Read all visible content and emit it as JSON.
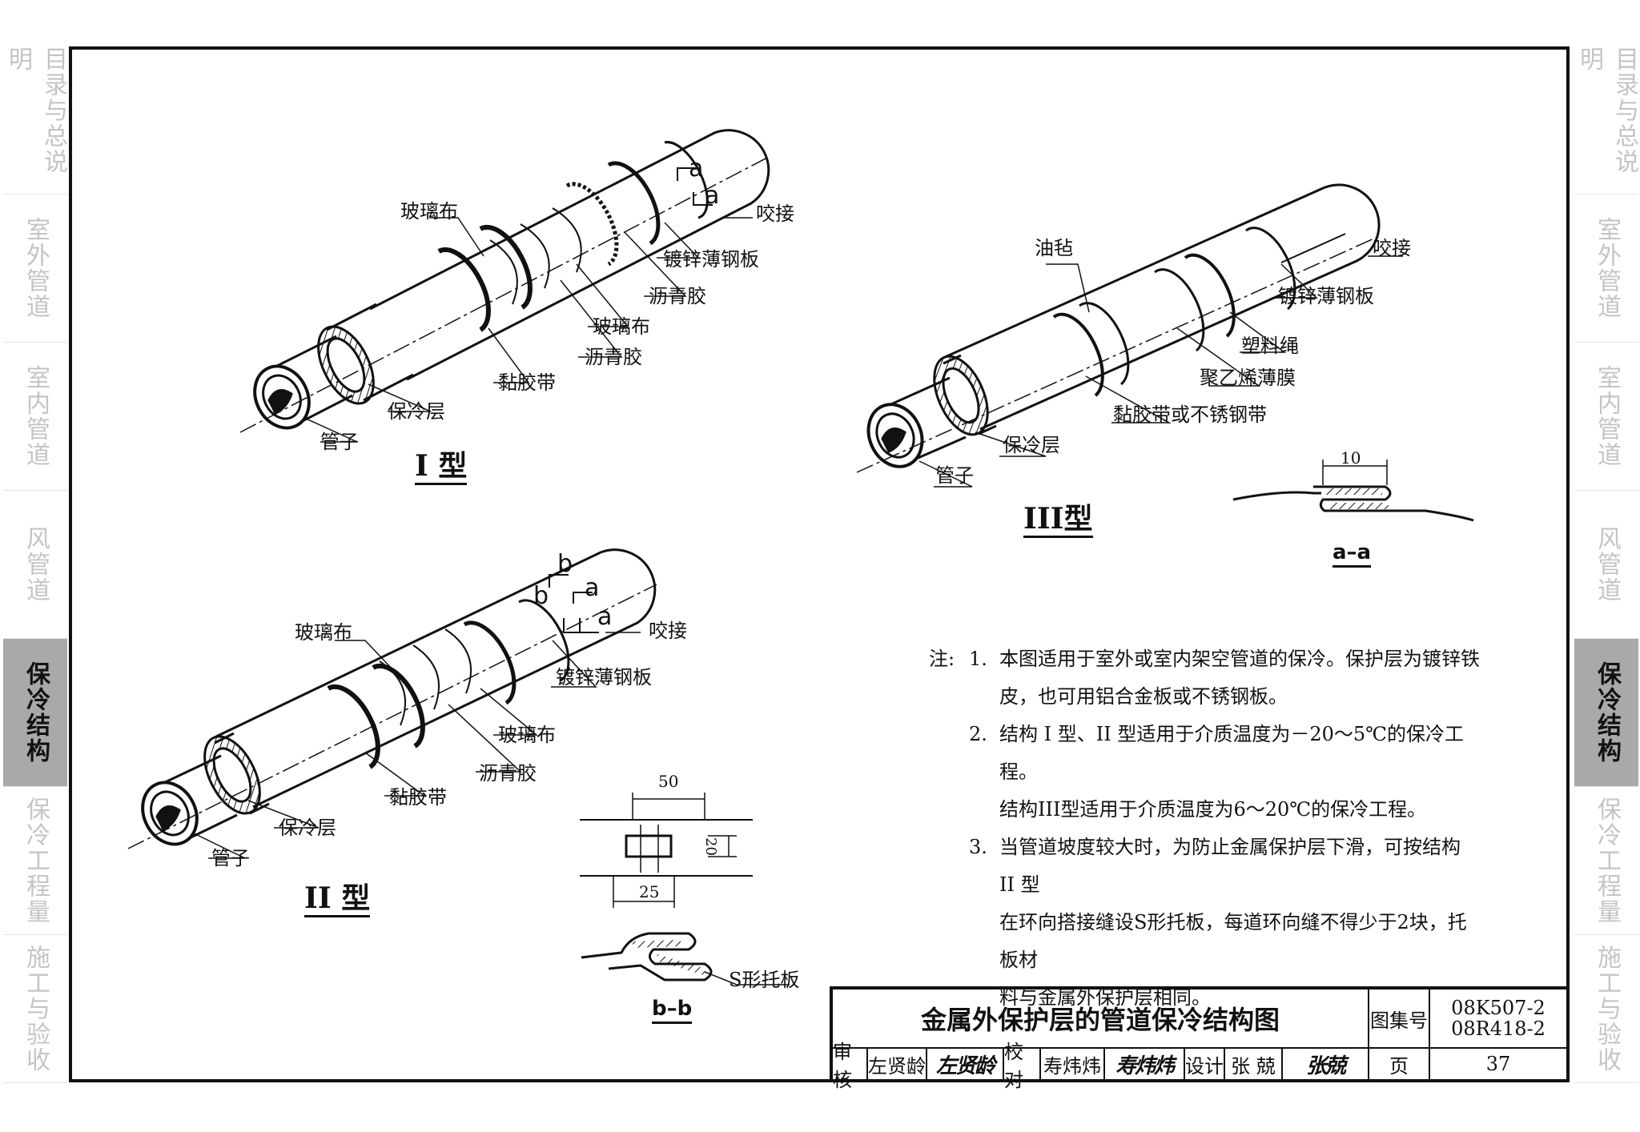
{
  "side_tabs": {
    "items": [
      {
        "label": "目录与总说明"
      },
      {
        "label": "室外管道"
      },
      {
        "label": "室内管道"
      },
      {
        "label": "风管道"
      },
      {
        "label": "保冷结构"
      },
      {
        "label": "保冷工程量"
      },
      {
        "label": "施工与验收"
      }
    ],
    "active_index": 4,
    "active_color": "#a9a9a9"
  },
  "type1": {
    "title": "I 型",
    "labels": {
      "glass_cloth_top": "玻璃布",
      "seam_a_top": "a",
      "seam_a_bottom": "a",
      "bite_joint": "咬接",
      "galv_sheet": "镀锌薄钢板",
      "asphalt_glue_1": "沥青胶",
      "glass_cloth_2": "玻璃布",
      "asphalt_glue_2": "沥青胶",
      "adhesive_tape": "黏胶带",
      "cold_insulation": "保冷层",
      "pipe": "管子"
    }
  },
  "type2": {
    "title": "II 型",
    "labels": {
      "seam_b_top": "b",
      "seam_b_bottom": "b",
      "seam_a_top": "a",
      "seam_a_bottom": "a",
      "bite_joint": "咬接",
      "glass_cloth_top": "玻璃布",
      "galv_sheet": "镀锌薄钢板",
      "glass_cloth_2": "玻璃布",
      "asphalt_glue": "沥青胶",
      "adhesive_tape": "黏胶带",
      "cold_insulation": "保冷层",
      "pipe": "管子"
    }
  },
  "type3": {
    "title": "III型",
    "labels": {
      "felt": "油毡",
      "bite_joint": "咬接",
      "galv_sheet": "镀锌薄钢板",
      "plastic_rope": "塑料绳",
      "pe_film": "聚乙烯薄膜",
      "tape_or_steel": "黏胶带或不锈钢带",
      "cold_insulation": "保冷层",
      "pipe": "管子"
    }
  },
  "section_aa": {
    "title": "a–a",
    "dim": "10"
  },
  "section_bb": {
    "title": "b–b",
    "dim_width": "50",
    "dim_height": "20",
    "dim_offset": "25",
    "label": "S形托板"
  },
  "notes": {
    "prefix": "注:",
    "items": [
      {
        "num": "1.",
        "lines": [
          "本图适用于室外或室内架空管道的保冷。保护层为镀锌铁",
          "皮，也可用铝合金板或不锈钢板。"
        ]
      },
      {
        "num": "2.",
        "lines": [
          "结构 I 型、II 型适用于介质温度为－20～5℃的保冷工程。",
          "结构III型适用于介质温度为6～20℃的保冷工程。"
        ]
      },
      {
        "num": "3.",
        "lines": [
          "当管道坡度较大时，为防止金属保护层下滑，可按结构 II 型",
          "在环向搭接缝设S形托板，每道环向缝不得少于2块，托板材",
          "料与金属外保护层相同。"
        ]
      }
    ]
  },
  "title_block": {
    "title": "金属外保护层的管道保冷结构图",
    "atlas_label": "图集号",
    "atlas_no_1": "08K507-2",
    "atlas_no_2": "08R418-2",
    "review_label": "审核",
    "reviewer": "左贤龄",
    "reviewer_sig": "左贤龄",
    "check_label": "校对",
    "checker": "寿炜炜",
    "checker_sig": "寿炜炜",
    "design_label": "设计",
    "designer": "张 兢",
    "designer_sig": "张兢",
    "page_label": "页",
    "page_no": "37"
  }
}
